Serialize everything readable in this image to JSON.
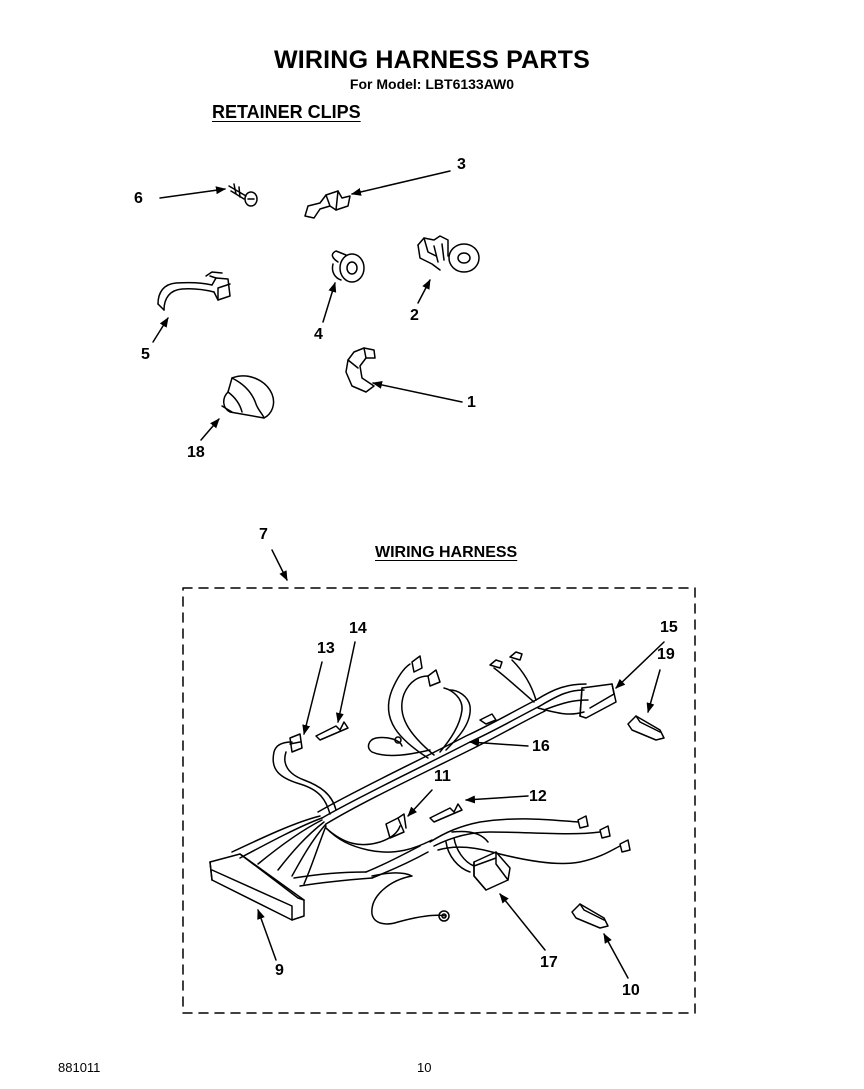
{
  "page": {
    "title": "WIRING HARNESS PARTS",
    "model": "For Model: LBT6133AW0",
    "section_clips": "RETAINER CLIPS",
    "section_harness": "WIRING HARNESS",
    "doc_number": "881011",
    "page_number": "10"
  },
  "callouts": {
    "c1": "1",
    "c2": "2",
    "c3": "3",
    "c4": "4",
    "c5": "5",
    "c6": "6",
    "c7": "7",
    "c9": "9",
    "c10": "10",
    "c11": "11",
    "c12": "12",
    "c13": "13",
    "c14": "14",
    "c15": "15",
    "c16": "16",
    "c17": "17",
    "c18": "18",
    "c19": "19"
  }
}
